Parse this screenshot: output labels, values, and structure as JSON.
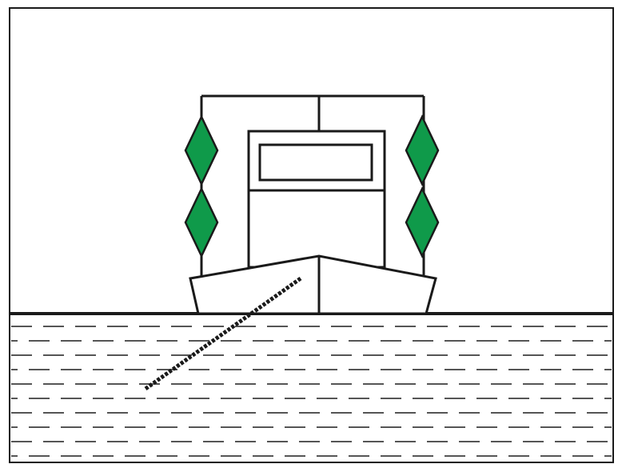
{
  "colors": {
    "background": "#ffffff",
    "outline": "#1a1a1a",
    "shape_fill": "#0f9a4a",
    "water_dash": "#555555"
  },
  "scene": {
    "subject": "boat-front-view",
    "mast_signals_left": {
      "shape": "diamond",
      "count": 2,
      "fill": "green"
    },
    "mast_signals_right": {
      "shape": "diamond",
      "count": 2,
      "fill": "green"
    },
    "anchor_chain": true,
    "water": "dashed-lines"
  }
}
